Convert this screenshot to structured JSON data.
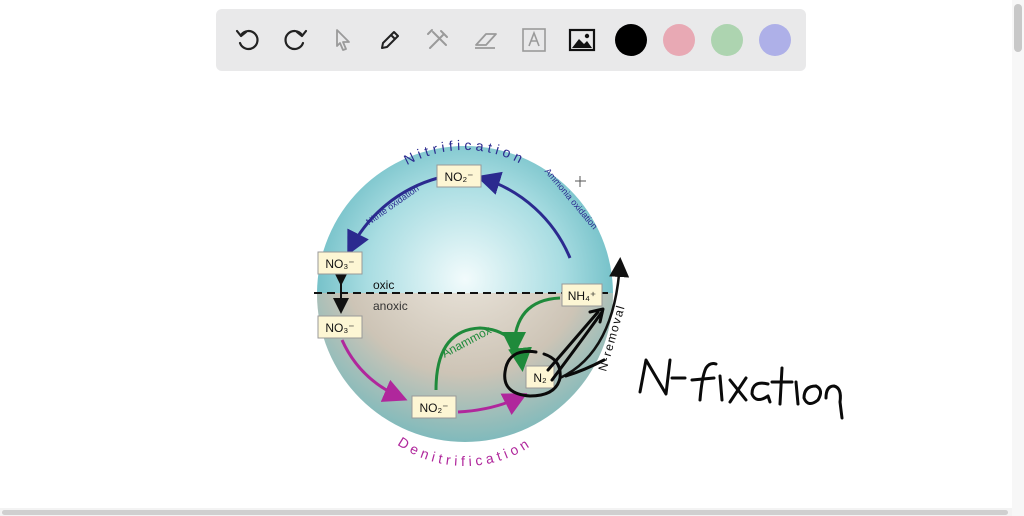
{
  "toolbar": {
    "tools": [
      {
        "name": "undo-icon"
      },
      {
        "name": "redo-icon"
      },
      {
        "name": "pointer-icon"
      },
      {
        "name": "pen-icon"
      },
      {
        "name": "tools-icon"
      },
      {
        "name": "eraser-icon"
      },
      {
        "name": "text-icon"
      },
      {
        "name": "image-icon"
      }
    ],
    "colors": [
      "#000000",
      "#e8a9b4",
      "#add4b0",
      "#aeb0e8"
    ]
  },
  "diagram": {
    "labels": {
      "no2_top": "NO₂⁻",
      "no3_top": "NO₃⁻",
      "no3_bottom": "NO₃⁻",
      "no2_bottom": "NO₂⁻",
      "nh4": "NH₄⁺",
      "n2": "N₂",
      "nitrification": "Nitrification",
      "denitrification": "Denitrification",
      "nitrite_oxidation": "Nitrite oxidation",
      "ammonia_oxidation": "Ammonia oxidation",
      "anammox": "Anammox",
      "oxic": "oxic",
      "anoxic": "anoxic",
      "n_removal": "N-removal"
    },
    "colors": {
      "nitrification": "#2b2a8f",
      "denitrification": "#b0279c",
      "anammox": "#1f8a3b",
      "label_box": "#fdf6d4"
    }
  },
  "handwriting": {
    "text": "N-fixation"
  }
}
